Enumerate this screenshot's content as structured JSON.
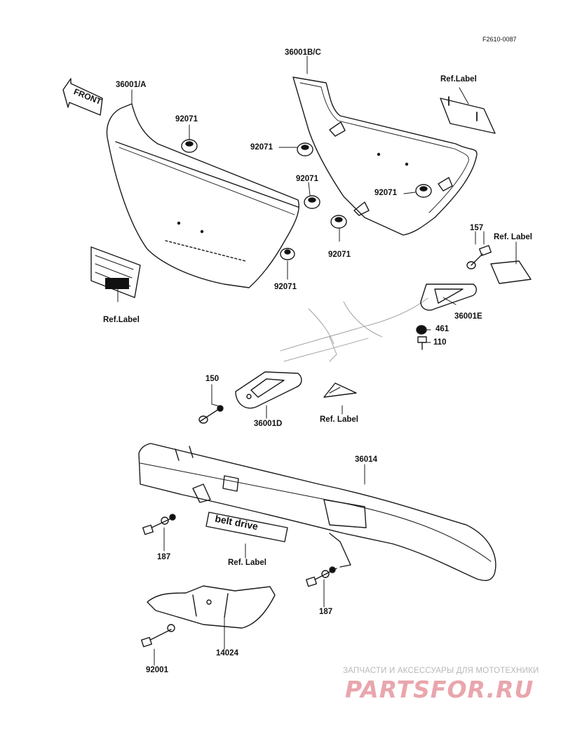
{
  "diagram_code": "F2610-0087",
  "labels": {
    "cover_left": "36001/A",
    "cover_right": "36001B/C",
    "ref_label_plate": "Ref.Label",
    "ref_label_left": "Ref.Label",
    "grommet_1": "92071",
    "grommet_2": "92071",
    "grommet_3": "92071",
    "grommet_4": "92071",
    "grommet_5": "92071",
    "grommet_6": "92071",
    "p157": "157",
    "ref_label_right": "Ref. Label",
    "p36001e": "36001E",
    "p461": "461",
    "p110": "110",
    "p150": "150",
    "p36001d": "36001D",
    "ref_label_mid": "Ref. Label",
    "p36014": "36014",
    "ref_label_belt": "Ref. Label",
    "p187_left": "187",
    "p187_right": "187",
    "p14024": "14024",
    "p92001": "92001"
  },
  "front_arrow_text": "FRONT",
  "belt_badge_text": "belt drive",
  "watermark": {
    "top_text": "ЗАПЧАСТИ И АКСЕССУАРЫ ДЛЯ МОТОТЕХНИКИ",
    "logo_text": "PARTSFOR.RU"
  }
}
